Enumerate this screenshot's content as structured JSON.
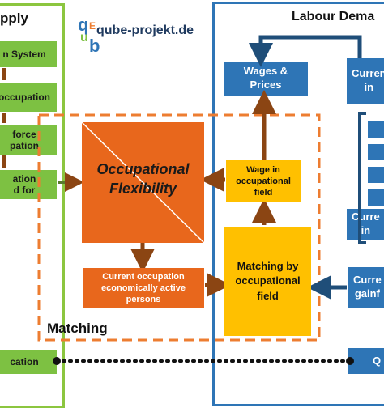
{
  "supply": {
    "title": "pply",
    "items": [
      {
        "label": "n System"
      },
      {
        "label": "occupation"
      },
      {
        "label": "force\npation"
      },
      {
        "label": "ation\nd for"
      }
    ],
    "bottom_item": "cation"
  },
  "logo": {
    "q": "q",
    "u": "u",
    "b": "b",
    "e": "E",
    "text": "qube-projekt.de"
  },
  "demand": {
    "title": "Labour Dema",
    "wages_prices": "Wages &\nPrices",
    "right_box_1": "Curren\nin",
    "right_box_2": "Curre\nin",
    "right_box_3": "Curre\ngainf",
    "bottom_item": "Q"
  },
  "matching": {
    "label": "Matching",
    "flexibility_line1": "Occupational",
    "flexibility_line2": "Flexibility",
    "current_occupation": "Current occupation\neconomically active\npersons",
    "wage_field": "Wage in\noccupational\nfield",
    "matching_field": "Matching by\noccupational\nfield"
  },
  "colors": {
    "green": "#7dc142",
    "blue": "#2e75b6",
    "orange": "#e8671c",
    "yellow": "#ffc000",
    "brown_arrow": "#8b4513",
    "dashed_orange": "#ed7d31"
  }
}
